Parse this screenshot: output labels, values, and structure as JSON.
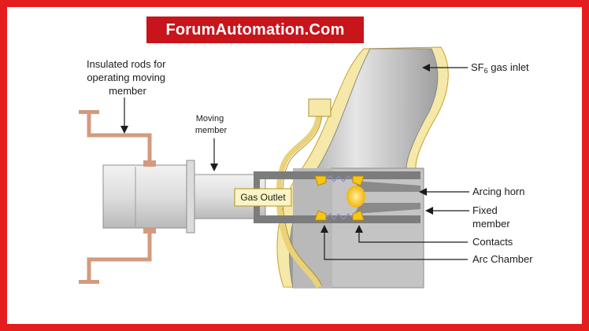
{
  "banner": {
    "text": "ForumAutomation.Com"
  },
  "labels": {
    "insulated_rods": [
      "Insulated rods for",
      "operating moving",
      "member"
    ],
    "moving_member": [
      "Moving",
      "member"
    ],
    "sf6_inlet": {
      "prefix": "SF",
      "subscript": "6",
      "suffix": " gas inlet"
    },
    "gas_outlet": "Gas Outlet",
    "arcing_horn": "Arcing horn",
    "fixed_member": [
      "Fixed",
      "member"
    ],
    "contacts": "Contacts",
    "arc_chamber": "Arc Chamber"
  },
  "colors": {
    "frame": "#e41e1e",
    "banner_bg": "#c8141b",
    "copper": "#d49a7e",
    "insulation": "#f5e8a8",
    "body_gray": "#bfbfbf",
    "contact_yellow": "#f7c613"
  }
}
